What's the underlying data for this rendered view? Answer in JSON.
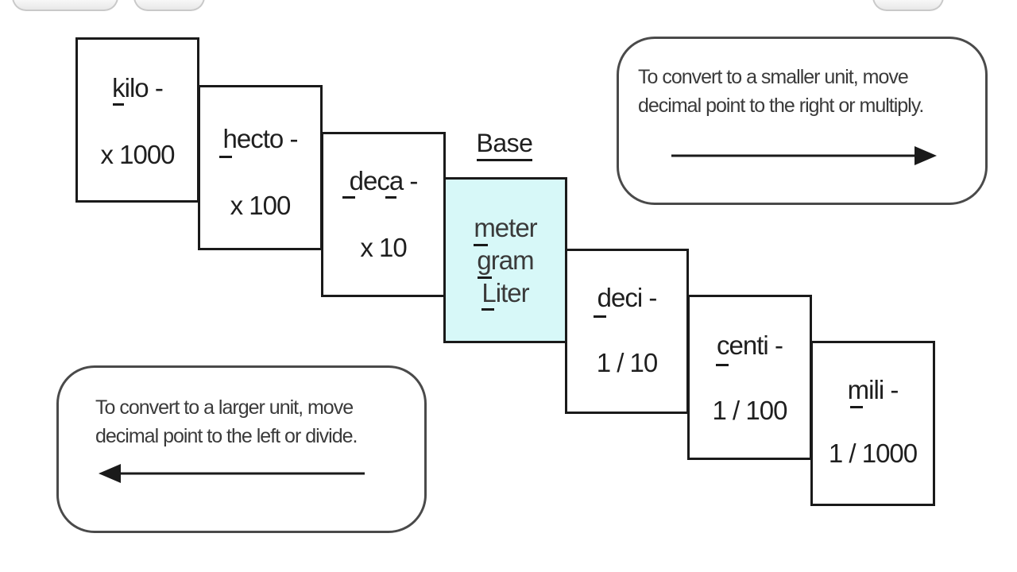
{
  "base_label": "Base",
  "prefixes": [
    {
      "key": "kilo",
      "name": "kilo",
      "dash": "-",
      "factor": "x 1000"
    },
    {
      "key": "hecto",
      "name": "hecto",
      "dash": "-",
      "factor": "x 100"
    },
    {
      "key": "deca",
      "name": "deca",
      "dash": "-",
      "factor": "x 10"
    },
    {
      "key": "deci",
      "name": "deci",
      "dash": "-",
      "factor": "1 / 10"
    },
    {
      "key": "centi",
      "name": "centi",
      "dash": "-",
      "factor": "1 / 100"
    },
    {
      "key": "mili",
      "name": "mili",
      "dash": "-",
      "factor": "1 / 1000"
    }
  ],
  "base_units": [
    "meter",
    "gram",
    "Liter"
  ],
  "smaller_unit_note": {
    "line1": "To convert to a smaller unit, move",
    "line2": "decimal  point to the right or multiply.",
    "arrow_direction": "right"
  },
  "larger_unit_note": {
    "line1": "To convert to a larger unit, move",
    "line2": "decimal  point to the left or divide.",
    "arrow_direction": "left"
  },
  "colors": {
    "base_fill": "#d7f8f8",
    "outline": "#1a1a1a"
  }
}
